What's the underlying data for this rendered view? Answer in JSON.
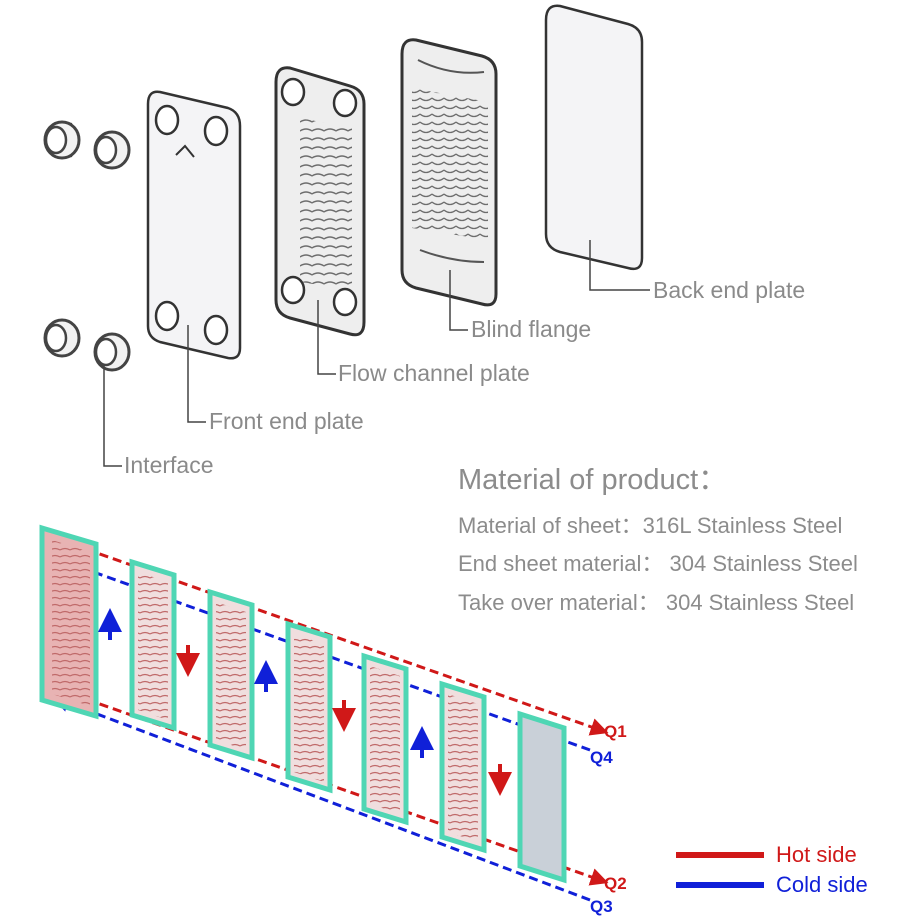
{
  "labels": {
    "back_end_plate": "Back end plate",
    "blind_flange": "Blind flange",
    "flow_channel_plate": "Flow channel plate",
    "front_end_plate": "Front end plate",
    "interface": "Interface"
  },
  "material": {
    "title": "Material of product：",
    "lines": [
      "Material of sheet：316L Stainless Steel",
      "End sheet material： 304 Stainless Steel",
      "Take over material： 304 Stainless Steel"
    ]
  },
  "ports": {
    "q1": "Q1",
    "q4": "Q4",
    "q2": "Q2",
    "q3": "Q3"
  },
  "legend": {
    "hot": "Hot side",
    "cold": "Cold side"
  },
  "colors": {
    "hot": "#d01818",
    "cold": "#1020d8",
    "label_gray": "#8a8a8a",
    "plate_teal": "#4fd6b4"
  },
  "icons": {
    "ports": "pipe-fitting-icon",
    "arrows": "flow-arrow-icon"
  }
}
